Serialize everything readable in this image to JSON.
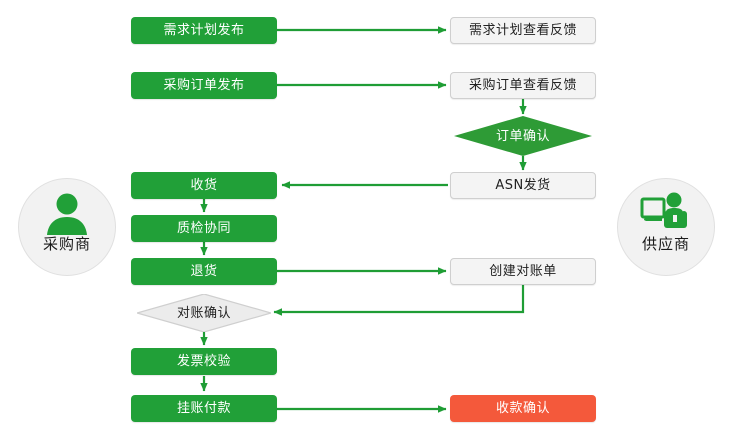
{
  "diagram": {
    "title_text": "",
    "colors": {
      "buyer_action": "#21a038",
      "supplier_action": "#f4f4f4",
      "terminal_highlight": "#f4593b",
      "connector": "#1f9d35",
      "decision_green": "#2e9b36",
      "decision_grey": "#ececec"
    }
  },
  "actors": {
    "left": {
      "label": "采购商",
      "icon": "person-avatar-icon"
    },
    "right": {
      "label": "供应商",
      "icon": "person-at-computer-icon"
    }
  },
  "nodes": {
    "demand_plan_publish": {
      "label": "需求计划发布",
      "kind": "green-box"
    },
    "demand_plan_feedback": {
      "label": "需求计划查看反馈",
      "kind": "grey-box"
    },
    "purchase_order_publish": {
      "label": "采购订单发布",
      "kind": "green-box"
    },
    "purchase_order_feedback": {
      "label": "采购订单查看反馈",
      "kind": "grey-box"
    },
    "order_confirm": {
      "label": "订单确认",
      "kind": "green-diamond"
    },
    "asn_shipping": {
      "label": "ASN发货",
      "kind": "grey-box"
    },
    "goods_receipt": {
      "label": "收货",
      "kind": "green-box"
    },
    "quality_collab": {
      "label": "质检协同",
      "kind": "green-box"
    },
    "return_goods": {
      "label": "退货",
      "kind": "green-box"
    },
    "create_statement": {
      "label": "创建对账单",
      "kind": "grey-box"
    },
    "statement_confirm": {
      "label": "对账确认",
      "kind": "grey-diamond"
    },
    "invoice_verify": {
      "label": "发票校验",
      "kind": "green-box"
    },
    "accrual_payment": {
      "label": "挂账付款",
      "kind": "green-box"
    },
    "payment_confirm": {
      "label": "收款确认",
      "kind": "red-box"
    }
  },
  "edges": [
    {
      "name": "demand-plan-publish-to-feedback",
      "from": "demand_plan_publish",
      "to": "demand_plan_feedback"
    },
    {
      "name": "purchase-order-publish-to-feedback",
      "from": "purchase_order_publish",
      "to": "purchase_order_feedback"
    },
    {
      "name": "purchase-order-feedback-to-order-confirm",
      "from": "purchase_order_feedback",
      "to": "order_confirm"
    },
    {
      "name": "order-confirm-to-asn-shipping",
      "from": "order_confirm",
      "to": "asn_shipping"
    },
    {
      "name": "asn-shipping-to-goods-receipt",
      "from": "asn_shipping",
      "to": "goods_receipt"
    },
    {
      "name": "goods-receipt-to-quality-collab",
      "from": "goods_receipt",
      "to": "quality_collab"
    },
    {
      "name": "quality-collab-to-return-goods",
      "from": "quality_collab",
      "to": "return_goods"
    },
    {
      "name": "return-goods-to-create-statement",
      "from": "return_goods",
      "to": "create_statement"
    },
    {
      "name": "create-statement-to-statement-confirm",
      "from": "create_statement",
      "to": "statement_confirm"
    },
    {
      "name": "statement-confirm-to-invoice-verify",
      "from": "statement_confirm",
      "to": "invoice_verify"
    },
    {
      "name": "invoice-verify-to-accrual-payment",
      "from": "invoice_verify",
      "to": "accrual_payment"
    },
    {
      "name": "accrual-payment-to-payment-confirm",
      "from": "accrual_payment",
      "to": "payment_confirm"
    }
  ]
}
